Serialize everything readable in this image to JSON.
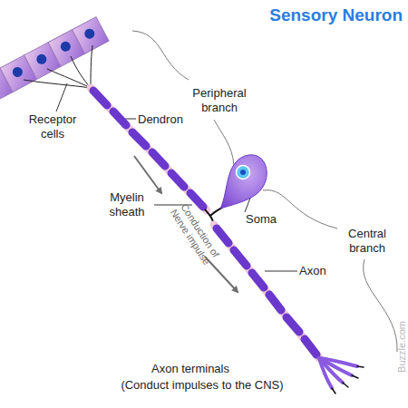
{
  "diagram": {
    "title": "Sensory Neuron",
    "labels": [
      "Peripheral branch",
      "Receptor cells",
      "Dendron",
      "Myelin sheath",
      "Soma",
      "Central branch",
      "Axon",
      "Conduction of Nerve impulse",
      "Axon terminals",
      "(Conduct impulses to the CNS)",
      "Buzzle.com"
    ]
  }
}
